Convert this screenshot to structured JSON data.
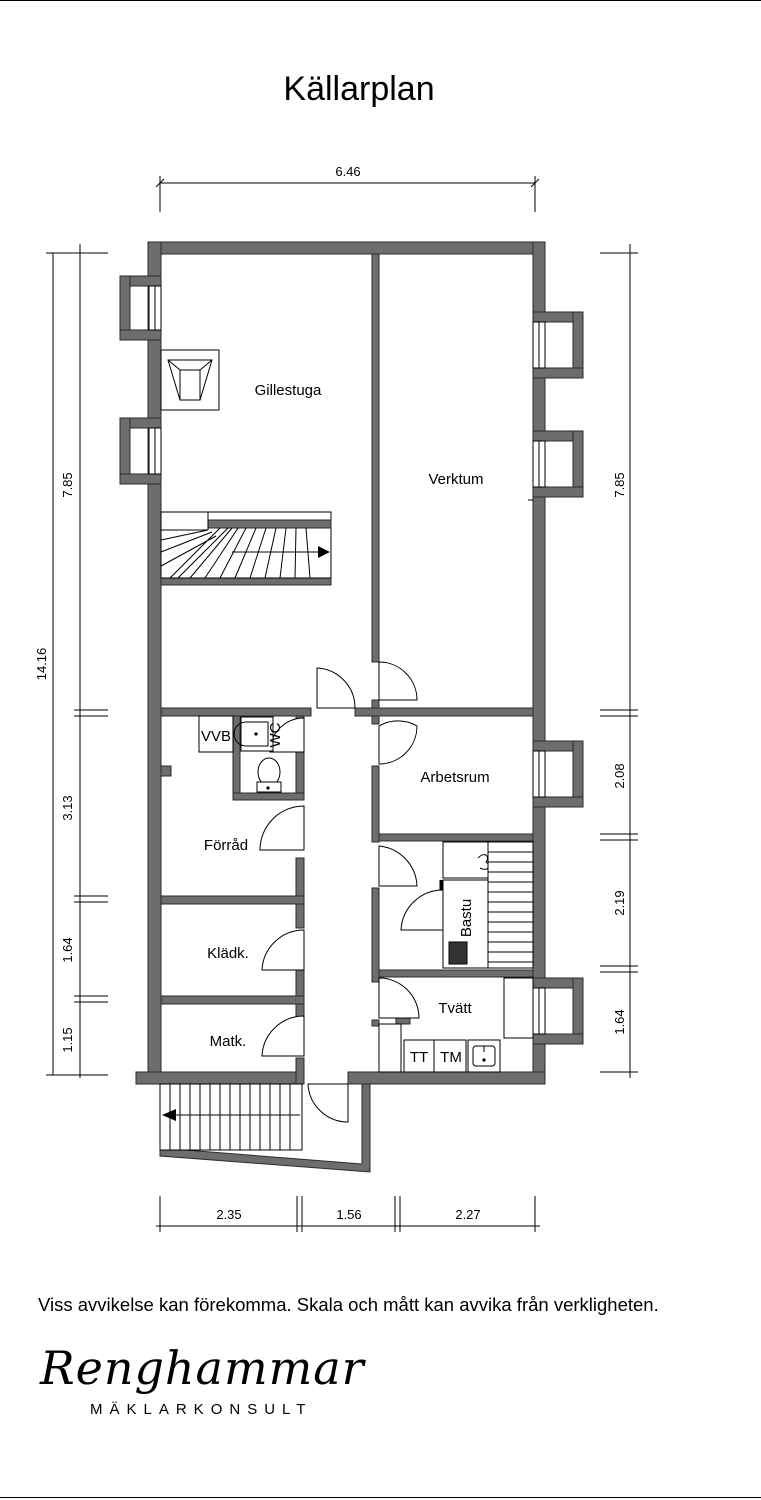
{
  "page": {
    "title": "Källarplan",
    "disclaimer": "Viss avvikelse kan förekomma. Skala och mått kan avvika från verkligheten."
  },
  "rooms": {
    "gillestuga": "Gillestuga",
    "verktum": "Verktum",
    "arbetsrum": "Arbetsrum",
    "forrad": "Förråd",
    "kladk": "Klädk.",
    "matk": "Matk.",
    "tvatt": "Tvätt",
    "bastu": "Bastu"
  },
  "fixtures": {
    "vvb": "VVB",
    "wc": "WC",
    "tt": "TT",
    "tm": "TM"
  },
  "dimensions": {
    "top_width": "6.46",
    "left_total": "14.16",
    "left_upper": "7.85",
    "left_mid": "3.13",
    "left_kladk": "1.64",
    "left_matk": "1.15",
    "right_upper": "7.85",
    "right_arbetsrum": "2.08",
    "right_bastu": "2.19",
    "right_tvatt": "1.64",
    "bottom_left": "2.35",
    "bottom_mid": "1.56",
    "bottom_right": "2.27"
  },
  "logo": {
    "name": "Renghammar",
    "tagline": "MÄKLARKONSULT"
  }
}
